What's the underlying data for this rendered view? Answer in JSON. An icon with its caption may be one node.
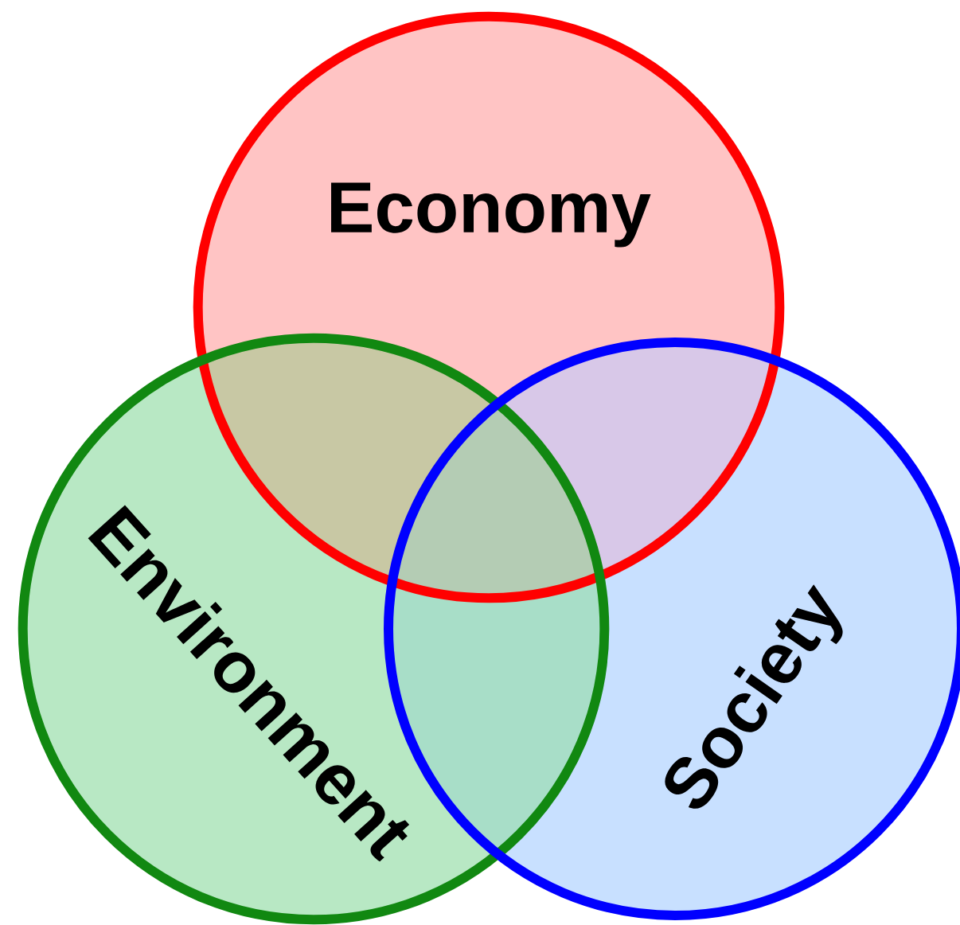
{
  "diagram": {
    "nodes": [
      {
        "text": [
          "Economy"
        ]
      },
      {
        "text": [
          "Environment"
        ]
      },
      {
        "text": [
          "Society"
        ]
      }
    ]
  }
}
